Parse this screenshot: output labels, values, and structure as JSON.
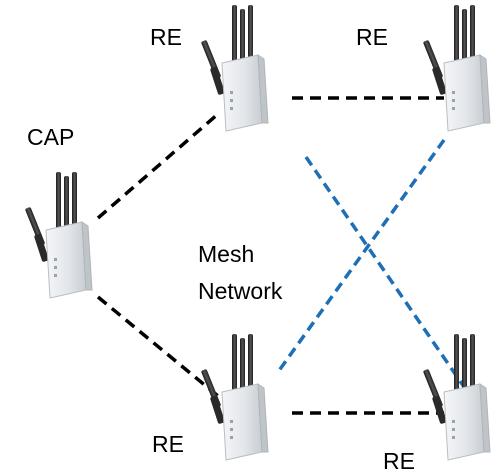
{
  "labels": {
    "cap": "CAP",
    "re_top_left": "RE",
    "re_top_right": "RE",
    "re_bottom_left": "RE",
    "re_bottom_right": "RE",
    "mesh_line1": "Mesh",
    "mesh_line2": "Network"
  },
  "icons": {
    "device": "wireless-router-icon"
  },
  "colors": {
    "wired_link": "#000000",
    "wireless_link": "#1f6fb5",
    "device_body": "#e9ecef",
    "antenna": "#333333"
  }
}
